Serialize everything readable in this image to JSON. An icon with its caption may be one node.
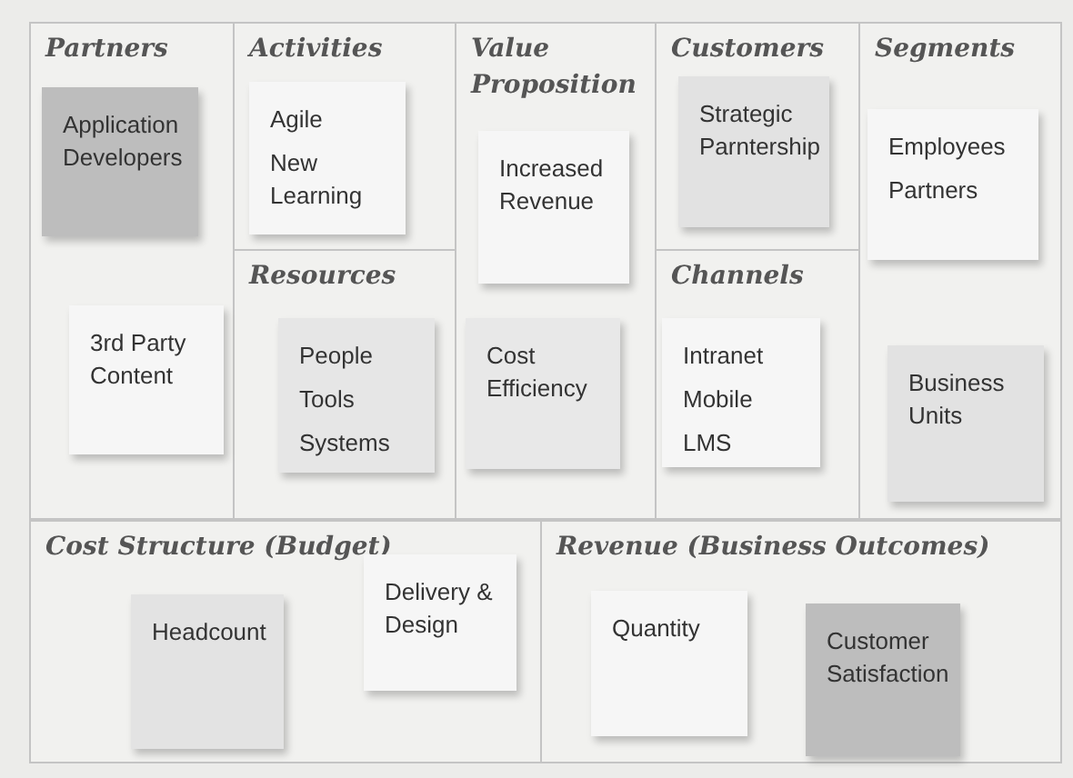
{
  "diagram": {
    "nodes": [
      {
        "text": [
          "Partners"
        ]
      },
      {
        "text": [
          "Application Developers"
        ],
        "in": 0
      },
      {
        "text": [
          "3rd Party Content"
        ],
        "in": 0
      },
      {
        "text": [
          "Activities"
        ]
      },
      {
        "text": [
          "Agile",
          "New Learning"
        ],
        "in": 3
      },
      {
        "text": [
          "Resources"
        ]
      },
      {
        "text": [
          "People",
          "Tools",
          "Systems"
        ],
        "in": 5
      },
      {
        "text": [
          "Value Proposition"
        ]
      },
      {
        "text": [
          "Increased Revenue"
        ],
        "in": 7
      },
      {
        "text": [
          "Cost Efficiency"
        ],
        "in": 7
      },
      {
        "text": [
          "Customers"
        ]
      },
      {
        "text": [
          "Strategic Parntership"
        ],
        "in": 10
      },
      {
        "text": [
          "Channels"
        ]
      },
      {
        "text": [
          "Intranet",
          "Mobile",
          "LMS"
        ],
        "in": 12
      },
      {
        "text": [
          "Segments"
        ]
      },
      {
        "text": [
          "Employees",
          "Partners"
        ],
        "in": 14
      },
      {
        "text": [
          "Business Units"
        ],
        "in": 14
      },
      {
        "text": [
          "Cost Structure (Budget)"
        ]
      },
      {
        "text": [
          "Headcount"
        ],
        "in": 17
      },
      {
        "text": [
          "Delivery & Design"
        ],
        "in": 17
      },
      {
        "text": [
          "Revenue (Business Outcomes)"
        ]
      },
      {
        "text": [
          "Quantity"
        ],
        "in": 20
      },
      {
        "text": [
          "Customer Satisfaction"
        ],
        "in": 20
      }
    ],
    "edges": []
  }
}
